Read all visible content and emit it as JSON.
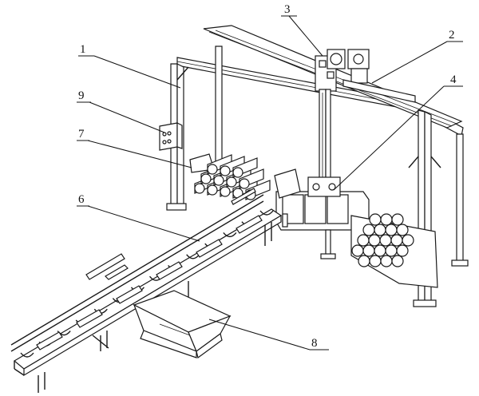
{
  "callouts": [
    {
      "label": "1"
    },
    {
      "label": "2"
    },
    {
      "label": "3"
    },
    {
      "label": "4"
    },
    {
      "label": "6"
    },
    {
      "label": "7"
    },
    {
      "label": "8"
    },
    {
      "label": "9"
    }
  ]
}
